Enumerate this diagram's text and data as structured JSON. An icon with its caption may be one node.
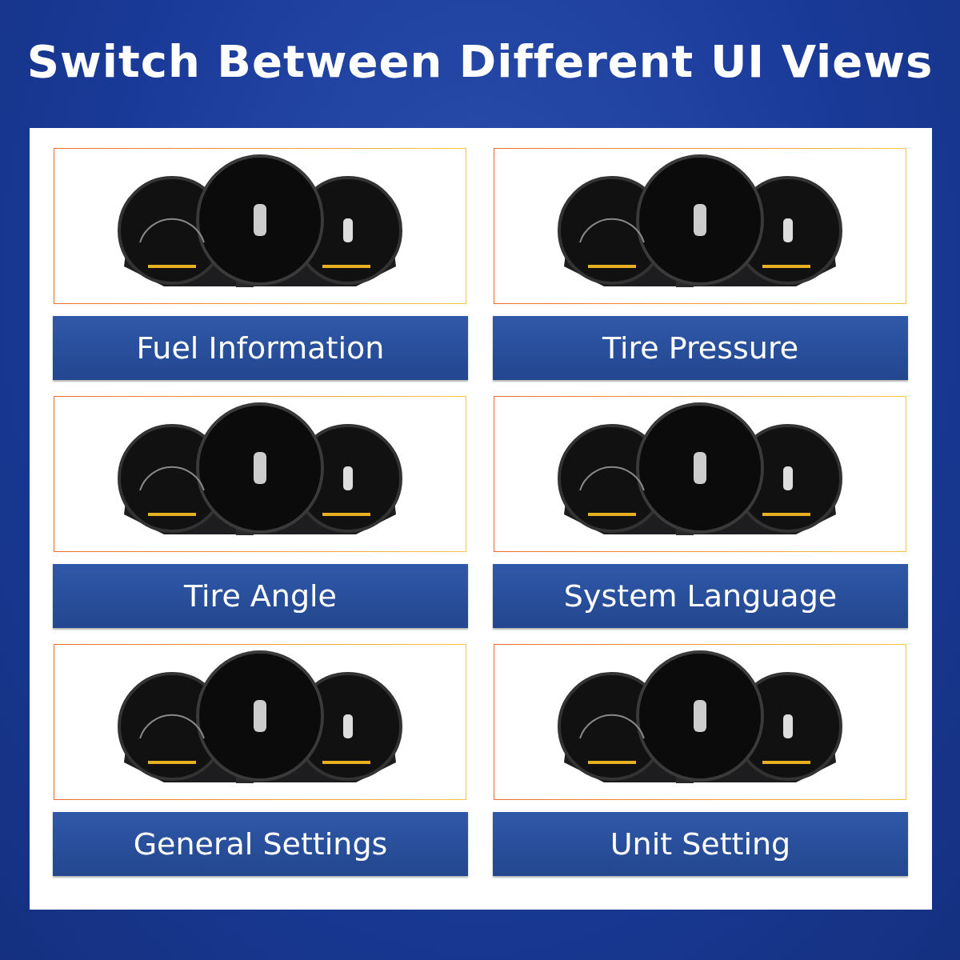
{
  "diagram": {
    "title": "Switch Between Different UI Views",
    "nodes": [
      {
        "text": [],
        "shape": "picture"
      },
      {
        "text": [
          "Fuel Information"
        ]
      },
      {
        "text": [],
        "shape": "picture"
      },
      {
        "text": [
          "Tire Pressure"
        ]
      },
      {
        "text": [],
        "shape": "picture"
      },
      {
        "text": [
          "Tire Angle"
        ]
      },
      {
        "text": [],
        "shape": "picture"
      },
      {
        "text": [
          "System Language"
        ]
      },
      {
        "text": [],
        "shape": "picture"
      },
      {
        "text": [
          "General Settings"
        ]
      },
      {
        "text": [],
        "shape": "picture"
      },
      {
        "text": [
          "Unit Setting"
        ]
      }
    ]
  }
}
